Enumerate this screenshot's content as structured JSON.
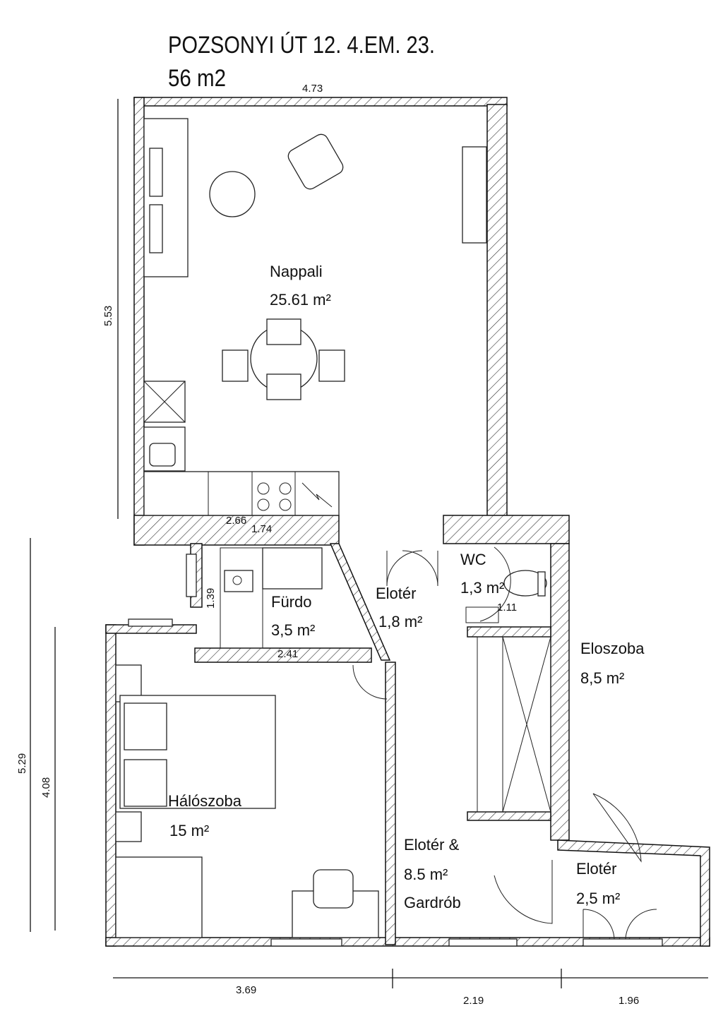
{
  "title": {
    "address": "POZSONYI ÚT 12. 4.EM. 23.",
    "area": "56 m2"
  },
  "rooms": [
    {
      "name": "Nappali",
      "area": "25.61 m²"
    },
    {
      "name": "Fürdo",
      "area": "3,5 m²"
    },
    {
      "name": "Elotér",
      "area": "1,8 m²"
    },
    {
      "name": "WC",
      "area": "1,3 m²"
    },
    {
      "name": "Eloszoba",
      "area": "8,5 m²"
    },
    {
      "name": "Hálószoba",
      "area": "15 m²"
    },
    {
      "name": "Elotér &",
      "area": "8.5 m²",
      "extra": "Gardrób"
    },
    {
      "name": "Elotér",
      "area": "2,5 m²"
    }
  ],
  "dimensions": {
    "top": "4.73",
    "left_nappali": "5.53",
    "d266": "2.66",
    "d174": "1.74",
    "d139": "1.39",
    "d241": "2.41",
    "d111": "1.11",
    "left_outer": "5.29",
    "left_inner": "4.08",
    "bottom_1": "3.69",
    "bottom_2": "2.19",
    "bottom_3": "1.96"
  }
}
